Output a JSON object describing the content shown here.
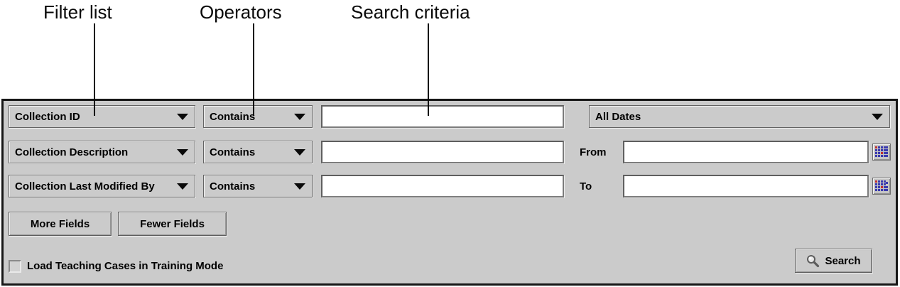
{
  "callouts": {
    "filter_list": "Filter list",
    "operators": "Operators",
    "search_criteria": "Search criteria"
  },
  "filter_rows": [
    {
      "field": "Collection ID",
      "operator": "Contains",
      "value": ""
    },
    {
      "field": "Collection Description",
      "operator": "Contains",
      "value": ""
    },
    {
      "field": "Collection Last Modified By",
      "operator": "Contains",
      "value": ""
    }
  ],
  "date_filter": {
    "range_selected": "All Dates",
    "from_label": "From",
    "from_value": "",
    "to_label": "To",
    "to_value": ""
  },
  "buttons": {
    "more_fields": "More Fields",
    "fewer_fields": "Fewer Fields",
    "search": "Search"
  },
  "training_checkbox": {
    "label": "Load Teaching Cases in Training Mode",
    "checked": false
  },
  "icons": {
    "dropdown": "chevron-down-icon",
    "calendar": "pixel-calendar-icon",
    "search": "magnifier-icon"
  },
  "colors": {
    "panel_bg": "#cbcbcb",
    "panel_border": "#161616",
    "field_bg": "#ffffff",
    "calendar_blue": "#3a3aae",
    "calendar_red": "#c03030",
    "text": "#000000"
  }
}
